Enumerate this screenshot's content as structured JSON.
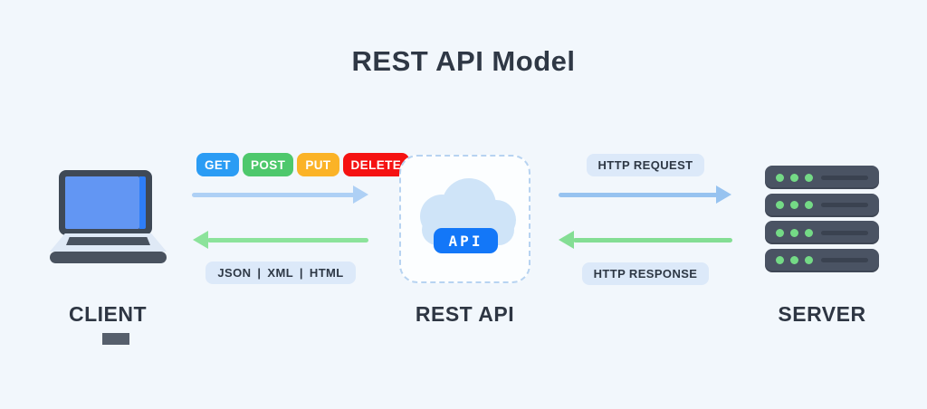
{
  "title": "REST API Model",
  "background_color": "#f2f7fc",
  "nodes": {
    "client": {
      "label": "CLIENT",
      "icon": "laptop-icon"
    },
    "rest_api": {
      "label": "REST API",
      "api_badge": "API",
      "icon": "cloud-icon"
    },
    "server": {
      "label": "SERVER",
      "icon": "server-rack-icon",
      "rack_units": 4,
      "leds_per_unit": 3
    }
  },
  "client_to_api_lane": {
    "request_methods": [
      {
        "label": "GET",
        "color": "#2b9cf4"
      },
      {
        "label": "POST",
        "color": "#4ec86c"
      },
      {
        "label": "PUT",
        "color": "#fbb327"
      },
      {
        "label": "DELETE",
        "color": "#f51212"
      }
    ],
    "request_arrow_color": "#aed0f5",
    "response_arrow_color": "#8ce39b",
    "response_formats_label": "JSON | XML | HTML"
  },
  "api_to_server_lane": {
    "request_label": "HTTP REQUEST",
    "response_label": "HTTP RESPONSE",
    "request_arrow_color": "#97c3f0",
    "response_arrow_color": "#84de94"
  },
  "accent_colors": {
    "api_pill_blue": "#1377f8",
    "label_pill_bg": "#dce9f9",
    "dark_text": "#2e3643",
    "led_green": "#74da86",
    "cloud_blue": "#cfe4f8",
    "laptop_screen_blue": "#6296f3",
    "rack_gray": "#4a5363"
  }
}
